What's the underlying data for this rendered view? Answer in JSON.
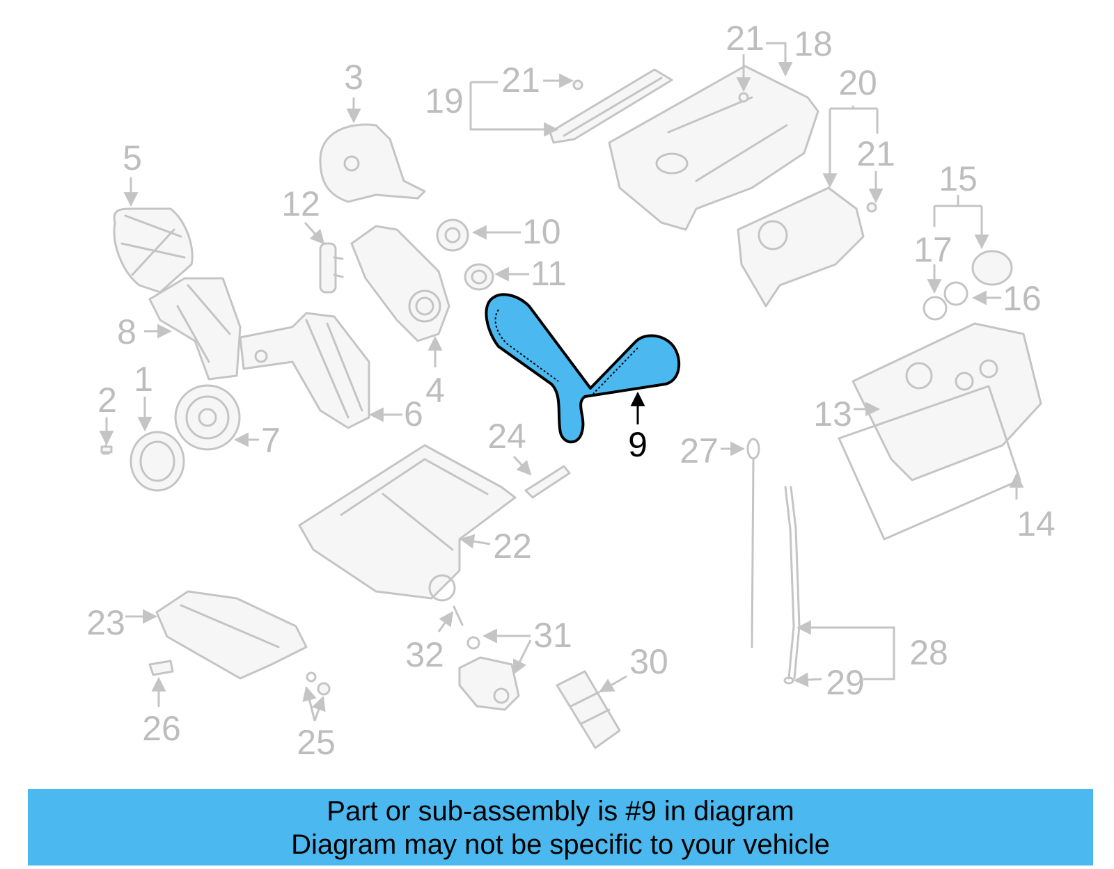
{
  "diagram": {
    "highlight_color": "#4bb9f0",
    "callouts": [
      {
        "id": "c1",
        "label": "1"
      },
      {
        "id": "c2",
        "label": "2"
      },
      {
        "id": "c3",
        "label": "3"
      },
      {
        "id": "c4",
        "label": "4"
      },
      {
        "id": "c5",
        "label": "5"
      },
      {
        "id": "c6",
        "label": "6"
      },
      {
        "id": "c7",
        "label": "7"
      },
      {
        "id": "c8",
        "label": "8"
      },
      {
        "id": "c9",
        "label": "9"
      },
      {
        "id": "c10",
        "label": "10"
      },
      {
        "id": "c11",
        "label": "11"
      },
      {
        "id": "c12",
        "label": "12"
      },
      {
        "id": "c13",
        "label": "13"
      },
      {
        "id": "c14",
        "label": "14"
      },
      {
        "id": "c15",
        "label": "15"
      },
      {
        "id": "c16",
        "label": "16"
      },
      {
        "id": "c17",
        "label": "17"
      },
      {
        "id": "c18",
        "label": "18"
      },
      {
        "id": "c19",
        "label": "19"
      },
      {
        "id": "c20",
        "label": "20"
      },
      {
        "id": "c21a",
        "label": "21"
      },
      {
        "id": "c21b",
        "label": "21"
      },
      {
        "id": "c21c",
        "label": "21"
      },
      {
        "id": "c22",
        "label": "22"
      },
      {
        "id": "c23",
        "label": "23"
      },
      {
        "id": "c24",
        "label": "24"
      },
      {
        "id": "c25",
        "label": "25"
      },
      {
        "id": "c26",
        "label": "26"
      },
      {
        "id": "c27",
        "label": "27"
      },
      {
        "id": "c28",
        "label": "28"
      },
      {
        "id": "c29",
        "label": "29"
      },
      {
        "id": "c30",
        "label": "30"
      },
      {
        "id": "c31",
        "label": "31"
      },
      {
        "id": "c32",
        "label": "32"
      }
    ]
  },
  "banner": {
    "background": "#4bb9f0",
    "line1": "Part or sub-assembly is #9 in diagram",
    "line2": "Diagram may not be specific to your vehicle"
  }
}
